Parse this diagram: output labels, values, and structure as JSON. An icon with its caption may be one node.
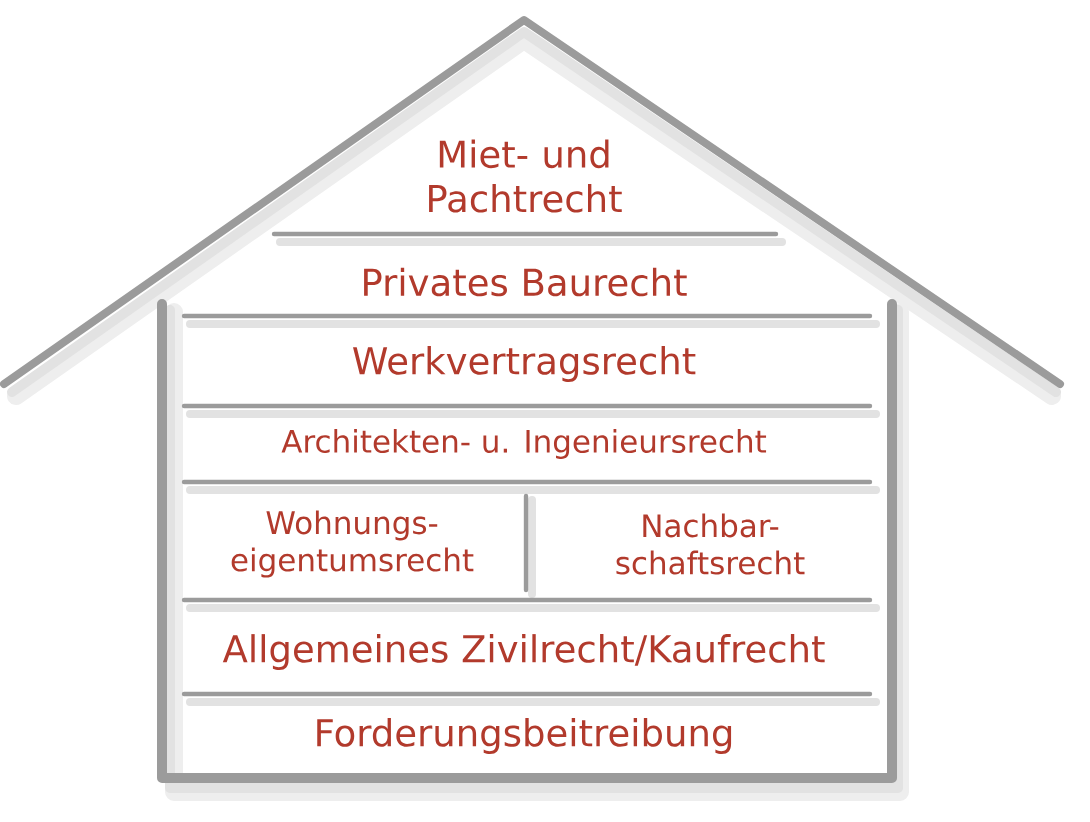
{
  "diagram": {
    "labels": [
      "Miet- und Pachtrecht",
      "Privates Baurecht",
      "Werkvertragsrecht",
      "Architekten- u. Ingenieursrecht",
      "Wohnungs- eigentumsrecht",
      "Nachbar- schaftsrecht",
      "Allgemeines Zivilrecht/Kaufrecht",
      "Forderungsbeitreibung"
    ]
  }
}
